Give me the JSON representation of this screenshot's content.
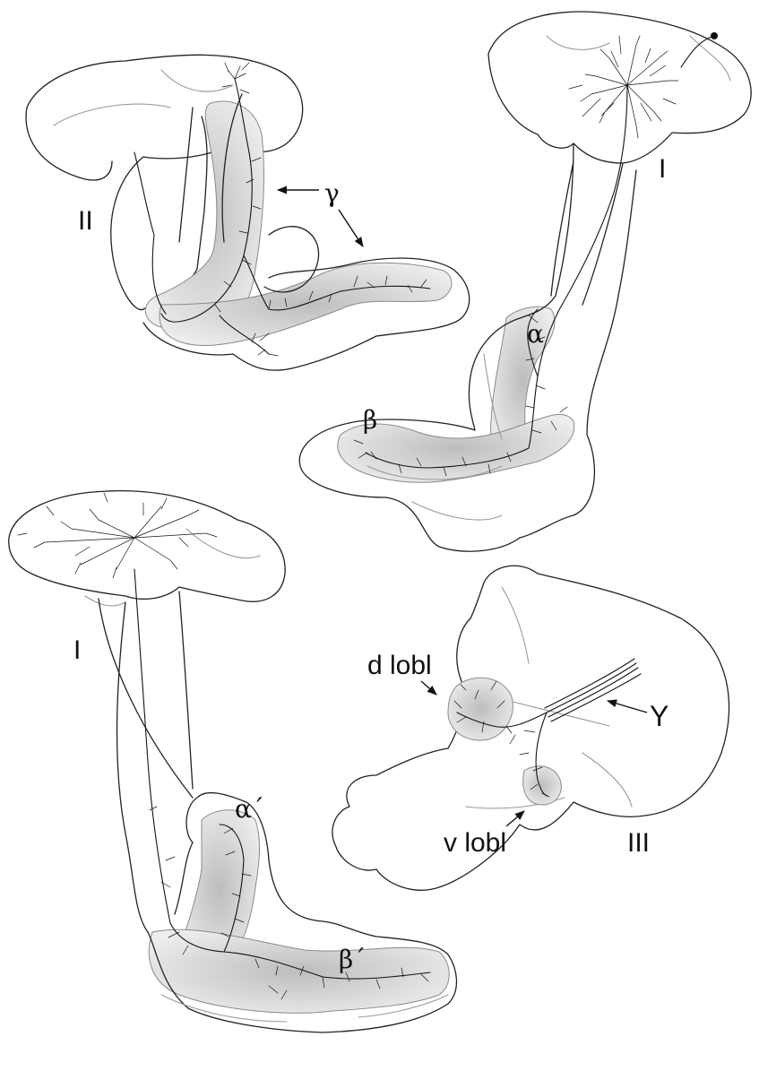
{
  "labels": {
    "panel_top_left_roman": "II",
    "gamma": "γ",
    "panel_top_right_roman": "I",
    "alpha": "α",
    "beta": "β",
    "panel_bottom_left_roman": "I",
    "alpha_prime": "α´",
    "beta_prime": "β´",
    "d_lobl": "d lobl",
    "y_tract": "Y",
    "v_lobl": "v lobl",
    "panel_bottom_right_roman": "III"
  },
  "colors": {
    "background": "#ffffff",
    "outline": "#222222",
    "lobe_shading": "#d0d0d0",
    "neuron": "#141414"
  }
}
